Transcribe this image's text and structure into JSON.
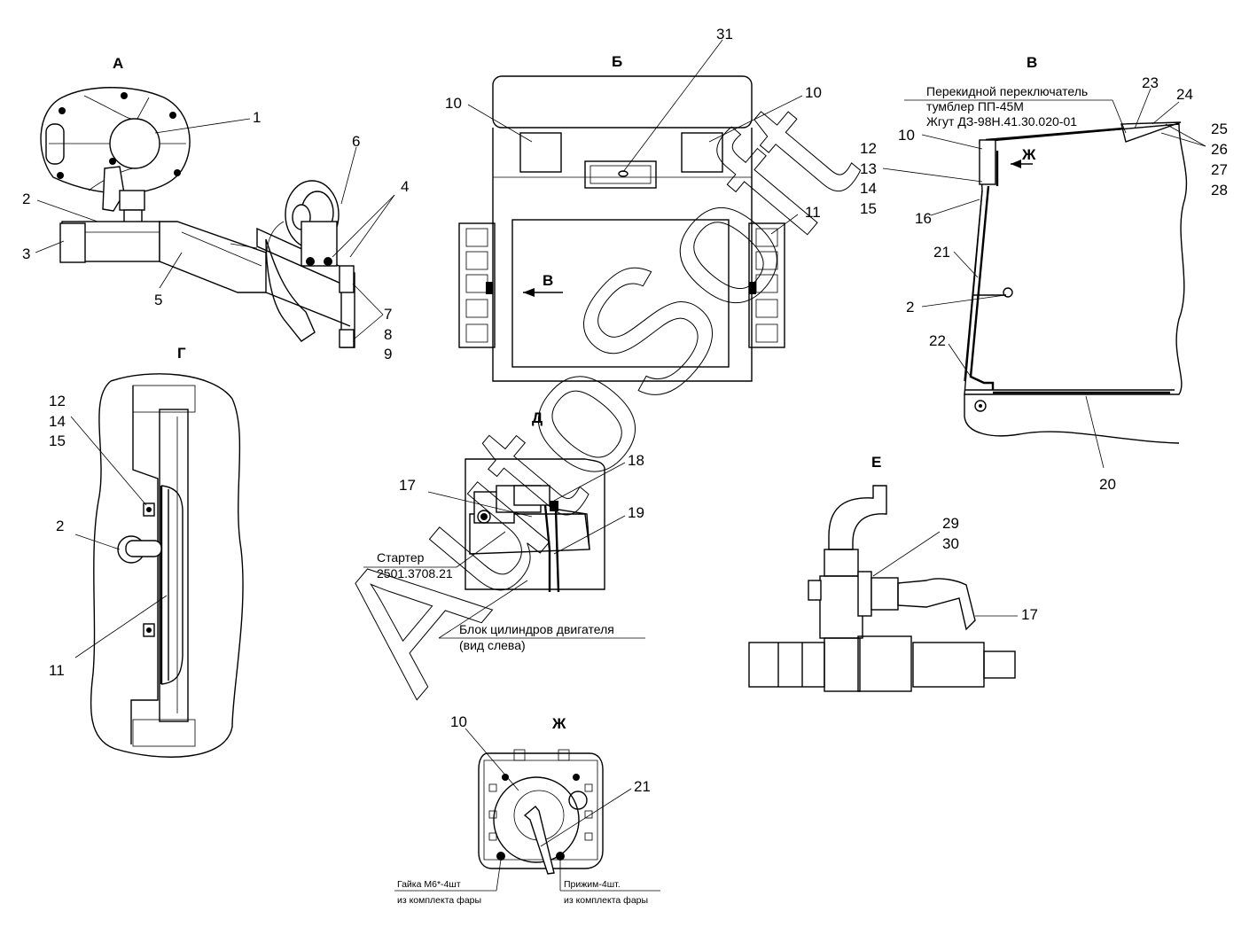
{
  "views": {
    "a": "А",
    "b": "Б",
    "v": "В",
    "g": "Г",
    "d": "Д",
    "e": "Е",
    "zh": "Ж"
  },
  "view_arrows": {
    "b_arrow": "В",
    "v_arrow": "Ж"
  },
  "callouts": {
    "a": [
      "1",
      "2",
      "3",
      "4",
      "5",
      "6",
      "7",
      "8",
      "9"
    ],
    "b": [
      "10",
      "10",
      "11",
      "31"
    ],
    "v": [
      "10",
      "12",
      "13",
      "14",
      "15",
      "16",
      "21",
      "2",
      "22",
      "20",
      "23",
      "24",
      "25",
      "26",
      "27",
      "28"
    ],
    "g": [
      "12",
      "14",
      "15",
      "2",
      "11"
    ],
    "d": [
      "17",
      "18",
      "19"
    ],
    "e": [
      "29",
      "30",
      "17"
    ],
    "zh": [
      "10",
      "21"
    ]
  },
  "notes": {
    "switch_line1": "Перекидной переключатель",
    "switch_line2": "тумблер ПП-45М",
    "harness": "Жгут ДЗ-98Н.41.30.020-01",
    "starter_line1": "Стартер",
    "starter_line2": "2501.3708.21",
    "block_line1": "Блок цилиндров двигателя",
    "block_line2": "(вид слева)",
    "nut_line1": "Гайка М6*-4шт",
    "nut_line2": "из комплекта фары",
    "clamp_line1": "Прижим-4шт.",
    "clamp_line2": "из комплекта фары"
  },
  "watermark": "AutoSoft"
}
